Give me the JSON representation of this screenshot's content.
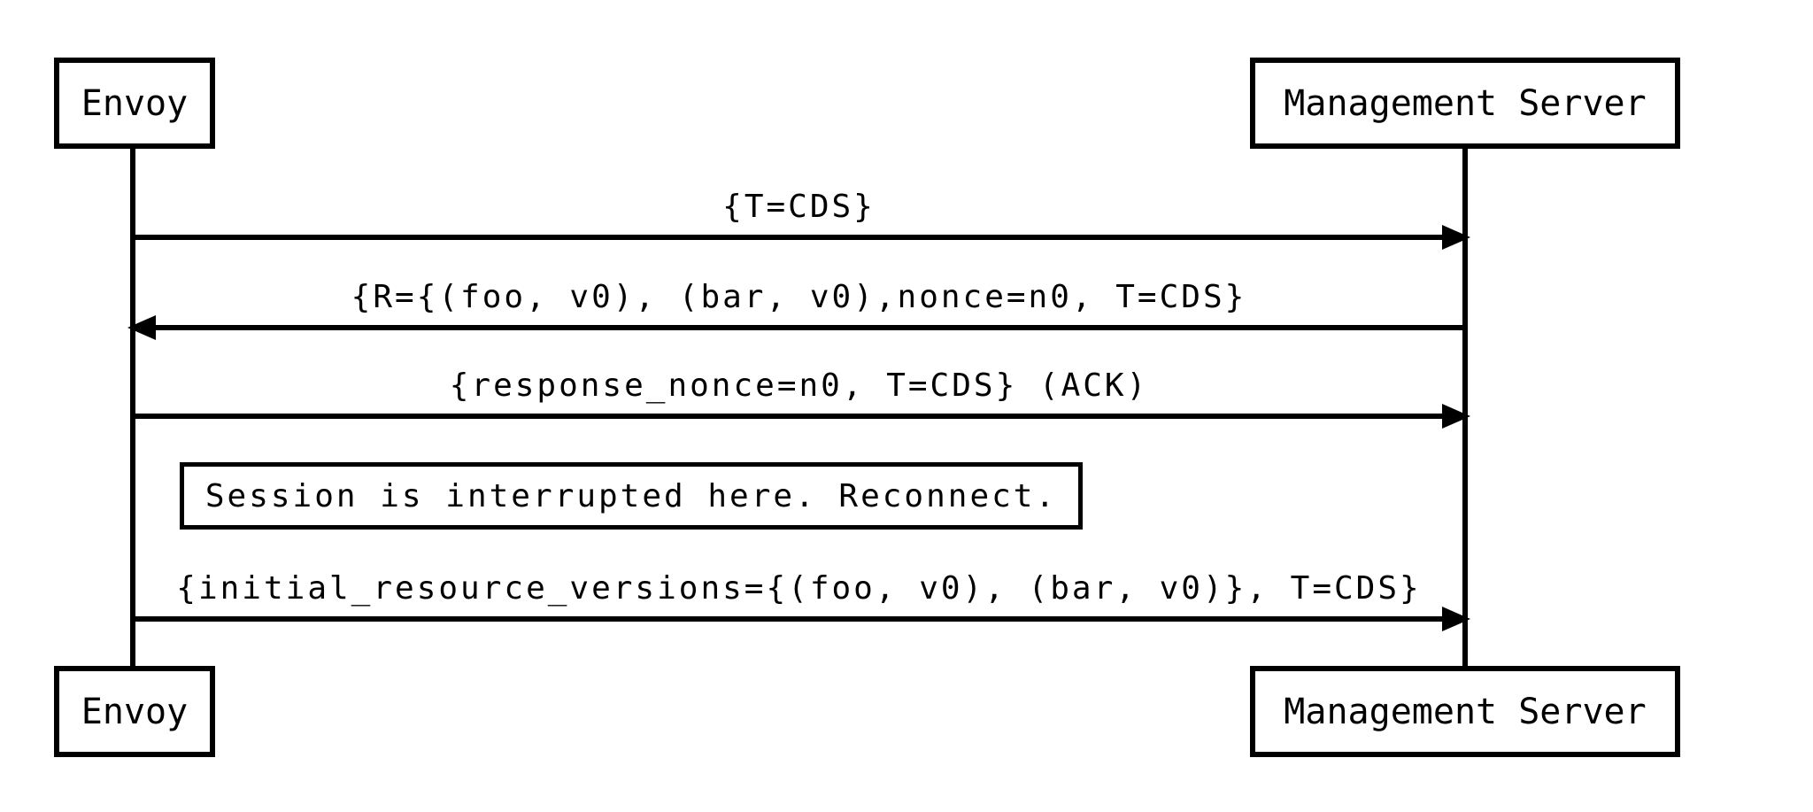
{
  "diagram": {
    "type": "sequence",
    "background_color": "#ffffff",
    "line_color": "#000000",
    "actors": [
      {
        "id": "envoy",
        "label": "Envoy"
      },
      {
        "id": "management-server",
        "label": "Management Server"
      }
    ],
    "messages": [
      {
        "from": "envoy",
        "to": "management-server",
        "direction": "right",
        "label": "{T=CDS}"
      },
      {
        "from": "management-server",
        "to": "envoy",
        "direction": "left",
        "label": "{R={(foo, v0), (bar, v0),nonce=n0, T=CDS}"
      },
      {
        "from": "envoy",
        "to": "management-server",
        "direction": "right",
        "label": "{response_nonce=n0, T=CDS} (ACK)"
      },
      {
        "from": "envoy",
        "to": "management-server",
        "direction": "right",
        "label": "{initial_resource_versions={(foo, v0), (bar, v0)}, T=CDS}"
      }
    ],
    "note": {
      "label": "Session is interrupted here. Reconnect."
    }
  }
}
